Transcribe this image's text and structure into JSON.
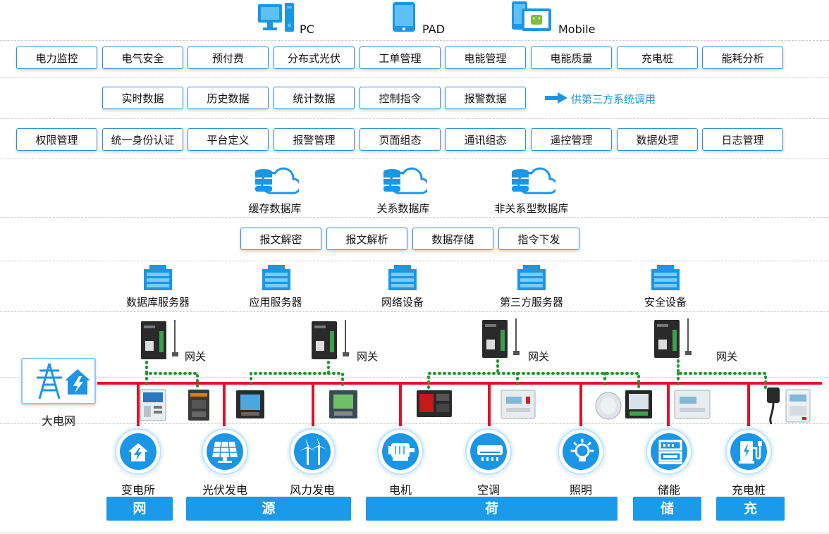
{
  "clients": [
    {
      "label": "PC",
      "icon": "pc-icon"
    },
    {
      "label": "PAD",
      "icon": "tablet-icon"
    },
    {
      "label": "Mobile",
      "icon": "mobile-icon"
    }
  ],
  "applications": [
    "电力监控",
    "电气安全",
    "预付费",
    "分布式光伏",
    "工单管理",
    "电能管理",
    "电能质量",
    "充电桩",
    "能耗分析"
  ],
  "data_services": [
    "实时数据",
    "历史数据",
    "统计数据",
    "控制指令",
    "报警数据"
  ],
  "third_party_text": "供第三方系统调用",
  "platform_functions": [
    "权限管理",
    "统一身份认证",
    "平台定义",
    "报警管理",
    "页面组态",
    "通讯组态",
    "遥控管理",
    "数据处理",
    "日志管理"
  ],
  "databases": [
    "缓存数据库",
    "关系数据库",
    "非关系型数据库"
  ],
  "message_processing": [
    "报文解密",
    "报文解析",
    "数据存储",
    "指令下发"
  ],
  "servers": [
    "数据库服务器",
    "应用服务器",
    "网络设备",
    "第三方服务器",
    "安全设备"
  ],
  "gateway_label": "网关",
  "grid_label": "大电网",
  "endpoints": [
    "变电所",
    "光伏发电",
    "风力发电",
    "电机",
    "空调",
    "照明",
    "储能",
    "充电桩"
  ],
  "categories": [
    "网",
    "源",
    "荷",
    "储",
    "充"
  ],
  "colors": {
    "accent": "#1b96e6",
    "box_border": "#2f8fd8",
    "bus_red": "#e3102a",
    "link_green": "#1f9a2e",
    "category_bg": "#1a9ae8"
  }
}
